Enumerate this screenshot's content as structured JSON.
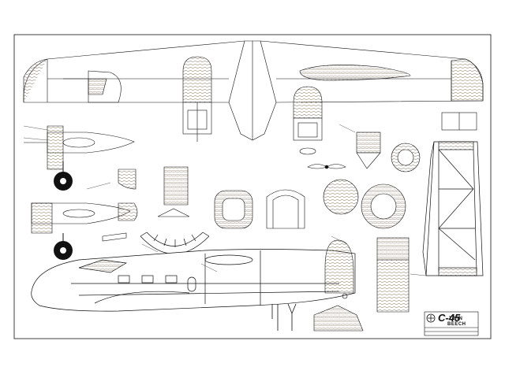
{
  "plan": {
    "title": "C-45",
    "subtitle_line1": "TWIN",
    "subtitle_line2": "BEECH"
  },
  "colors": {
    "ink": "#111111",
    "paper": "#ffffff",
    "wood": "#7a6a55"
  }
}
